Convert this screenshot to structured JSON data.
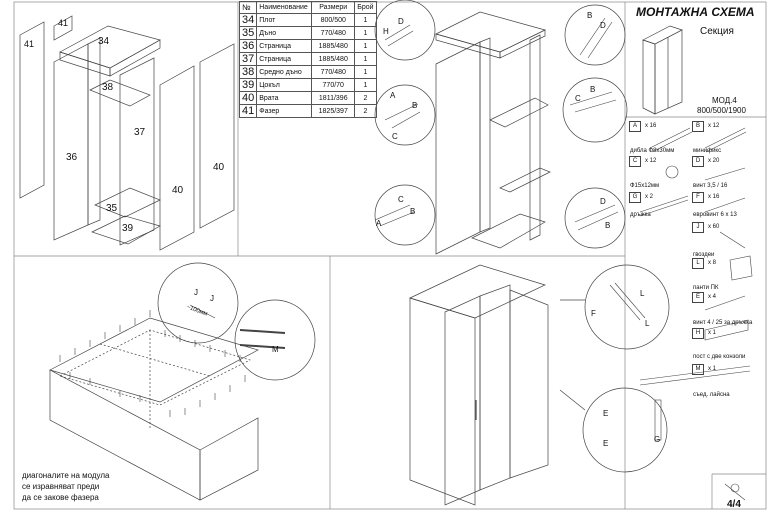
{
  "header": {
    "title": "МОНТАЖНА СХЕМА",
    "subtitle": "Секция",
    "model": "МОД.4",
    "dimensions": "800/500/1900",
    "page": "4/4"
  },
  "parts_table": {
    "columns": [
      "№",
      "Наименование",
      "Размери",
      "Брой"
    ],
    "rows": [
      {
        "no": "34",
        "name": "Плот",
        "size": "800/500",
        "qty": "1"
      },
      {
        "no": "35",
        "name": "Дъно",
        "size": "770/480",
        "qty": "1"
      },
      {
        "no": "36",
        "name": "Страница",
        "size": "1885/480",
        "qty": "1"
      },
      {
        "no": "37",
        "name": "Страница",
        "size": "1885/480",
        "qty": "1"
      },
      {
        "no": "38",
        "name": "Средно дъно",
        "size": "770/480",
        "qty": "1"
      },
      {
        "no": "39",
        "name": "Цокъл",
        "size": "770/70",
        "qty": "1"
      },
      {
        "no": "40",
        "name": "Врата",
        "size": "1811/396",
        "qty": "2"
      },
      {
        "no": "41",
        "name": "Фазер",
        "size": "1825/397",
        "qty": "2"
      }
    ]
  },
  "part_labels": {
    "p41a": "41",
    "p41b": "41",
    "p34": "34",
    "p38": "38",
    "p37": "37",
    "p36": "36",
    "p35": "35",
    "p39": "39",
    "p40a": "40",
    "p40b": "40"
  },
  "hardware": [
    {
      "code": "A",
      "qty": "x 16",
      "label": "дибла Ф8х30мм"
    },
    {
      "code": "B",
      "qty": "x 12",
      "label": "минификс"
    },
    {
      "code": "C",
      "qty": "x 12",
      "label": "Ф15х12мм"
    },
    {
      "code": "D",
      "qty": "x 20",
      "label": "винт 3,5 / 16"
    },
    {
      "code": "G",
      "qty": "x 2",
      "label": "дръжка"
    },
    {
      "code": "F",
      "qty": "x 16",
      "label": "евровинт 6 х 13"
    },
    {
      "code": "J",
      "qty": "x 60",
      "label": "гвоздеи"
    },
    {
      "code": "L",
      "qty": "x 8",
      "label": "панти ПК"
    },
    {
      "code": "E",
      "qty": "x 4",
      "label": "винт 4 / 25 за дръжка"
    },
    {
      "code": "H",
      "qty": "x 1",
      "label": "пост с две конзоли"
    },
    {
      "code": "M",
      "qty": "x 1",
      "label": "съед. лайсна"
    }
  ],
  "notes": {
    "backing_note_1": "диагоналите на модула",
    "backing_note_2": "се изравняват преди",
    "backing_note_3": "да се закове фазера",
    "nail_spacing": "~100мм"
  },
  "step_letters": {
    "h": "H",
    "d": "D",
    "a": "A",
    "c": "C",
    "b": "B",
    "j": "J",
    "m": "M",
    "l": "L",
    "f": "F",
    "e": "E",
    "g": "G"
  }
}
